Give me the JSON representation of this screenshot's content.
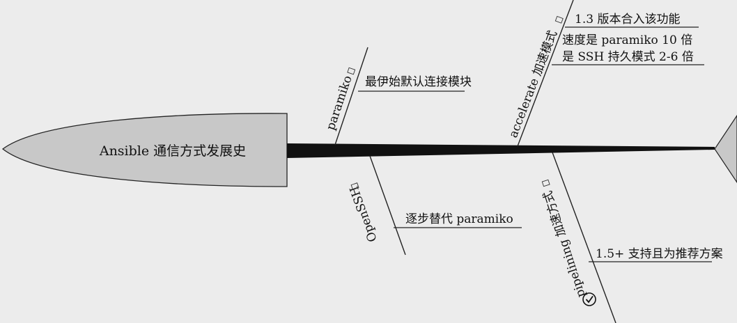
{
  "title": "Ansible 通信方式发展史",
  "branches": [
    {
      "name": "paramiko",
      "notes": [
        "最伊始默认连接模块"
      ]
    },
    {
      "name": "OpenSSH",
      "notes": [
        "逐步替代 paramiko"
      ]
    },
    {
      "name": "accelerate 加速模式",
      "notes": [
        "1.3 版本合入该功能",
        "速度是 paramiko 10 倍",
        "是 SSH 持久模式 2-6 倍"
      ]
    },
    {
      "name": "pipelining 加速方式",
      "notes": [
        "1.5+ 支持且为推荐方案"
      ],
      "icon": "check-circle-icon"
    }
  ],
  "colors": {
    "background": "#ececec",
    "head_fill": "#c8c8c8",
    "spine": "#111111",
    "lines": "#222222"
  }
}
